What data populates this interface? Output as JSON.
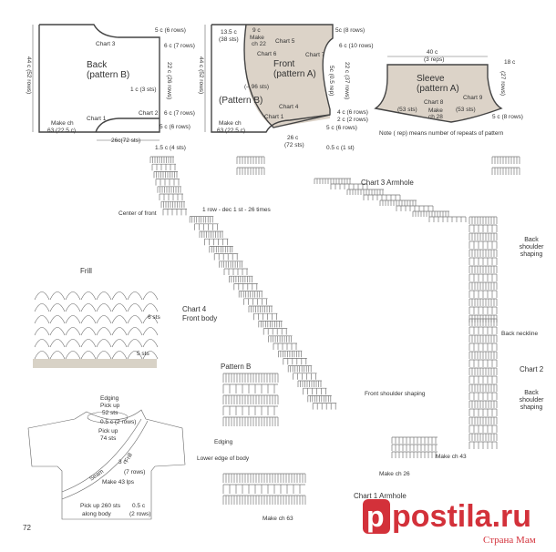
{
  "back": {
    "title": "Back",
    "pattern": "(pattern B)",
    "chart3": "Chart 3",
    "chart2": "Chart 2",
    "chart1": "Chart 1",
    "height": "44 c (52 rows)",
    "armhole_h": "22 c (26 rows)",
    "top": "5 c (6 rows)",
    "upper": "6 c (7 rows)",
    "dec": "1 c (3 sts)",
    "lower": "6 c (7 rows)",
    "bottom": "5 c (6 rows)",
    "make_ch": "Make ch",
    "make_ch_val": "63 (22.5 c)",
    "width": "26c(72 sts)",
    "side": "1.5 c (4 sts)"
  },
  "front": {
    "title": "Front",
    "pattern": "(pattern A)",
    "pattern_b": "(Pattern B)",
    "shoulder": "13.5 c",
    "shoulder_sts": "(38 sts)",
    "neck": "9 c",
    "make": "Make",
    "ch22": "ch 22",
    "chart5": "Chart 5",
    "chart6": "Chart 6",
    "chart7": "Chart 7",
    "chart4": "Chart 4",
    "chart1": "Chart 1",
    "sts96": "(– 96 sts)",
    "height": "44 c (52 rows)",
    "top": "5c (8 rows)",
    "upper": "6 c (10 rows)",
    "armhole": "22 c (37 rows)",
    "rep": "5c (0.5 rep)",
    "low1": "4 c (6 rows)",
    "low2": "2 c (2 rows)",
    "bottom": "5 c (6 rows)",
    "make_ch": "Make ch",
    "make_ch_val": "63 (22.5 c)",
    "width": "26 c",
    "width_sts": "(72 sts)",
    "side": "0.5 c (1 st)"
  },
  "sleeve": {
    "title": "Sleeve",
    "pattern": "(pattern A)",
    "width": "40 c",
    "reps": "(3 reps)",
    "height": "18 c",
    "rows": "(27 rows)",
    "chart8": "Chart 8",
    "chart9": "Chart 9",
    "make": "Make",
    "ch28": "ch 28",
    "sts_l": "(53 sts)",
    "sts_r": "(53 sts)",
    "bottom": "5 c (8 rows)"
  },
  "note": "Note     ( rep) means number of repeats of pattern",
  "charts": {
    "center_front": "Center of front",
    "dec_note": "1 row - dec 1 st - 26 times",
    "chart3": "Chart 3  Armhole",
    "back_shoulder": "Back shoulder shaping",
    "back_neckline": "Back neckline",
    "chart2": "Chart 2",
    "back_shoulder2": "Back shoulder shaping",
    "frill": "Frill",
    "frill_sts": "6 sts",
    "frill_5": "5 sts",
    "chart4": "Chart 4",
    "front_body": "Front body",
    "pattern_b": "Pattern B",
    "front_shoulder": "Front shoulder shaping",
    "edging": "Edging",
    "lower_edge": "Lower edge of body",
    "make_ch43": "Make ch 43",
    "make_ch26": "Make ch 26",
    "chart1": "Chart 1  Armhole",
    "make_ch63": "Make ch 63"
  },
  "assembly": {
    "edging": "Edging",
    "pick52": "Pick up",
    "pick52b": "52 sts",
    "half": "0.5 c (2 rows)",
    "pick74": "Pick up",
    "pick74b": "74 sts",
    "frill": "Frill",
    "c3": "3 c",
    "rows7": "(7 rows)",
    "seam": "Seam",
    "make43": "Make 43 lps",
    "pick260": "Pick up 260 sts",
    "along": "along body",
    "half2": "0.5 c",
    "rows2": "(2 rows)"
  },
  "page_number": "72",
  "watermark": {
    "site": "postila.ru",
    "sub": "Страна Мам",
    "color": "#d3313a"
  },
  "colors": {
    "shade": "#dcd3c8",
    "line": "#444444"
  }
}
